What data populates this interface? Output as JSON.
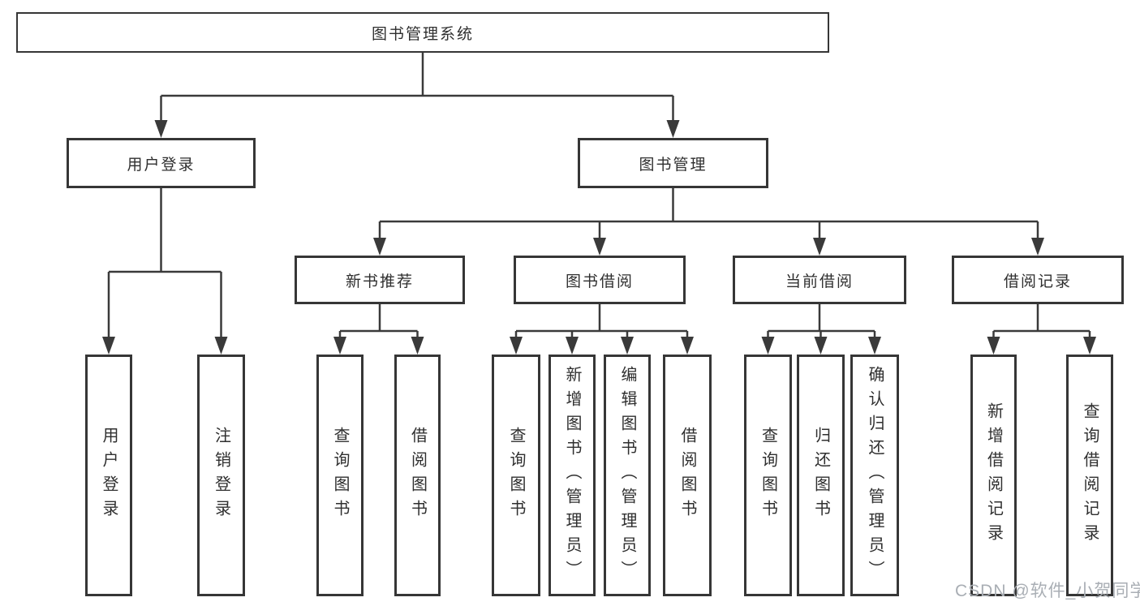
{
  "watermark": "CSDN @软件_小贺同学",
  "colors": {
    "line": "#3a3a3a",
    "node_border": "#363636",
    "node_background": "#ffffff",
    "text": "#2f2f2f",
    "watermark": "#a9aeb4"
  },
  "nodes": {
    "root": "图书管理系统",
    "level2": [
      "用户登录",
      "图书管理"
    ],
    "level3": [
      "新书推荐",
      "图书借阅",
      "当前借阅",
      "借阅记录"
    ],
    "leaves_user_login": [
      "用户登录",
      "注销登录"
    ],
    "leaves_new_books": [
      "查询图书",
      "借阅图书"
    ],
    "leaves_book_borrow": [
      "查询图书",
      "新增图书（管理员）",
      "编辑图书（管理员）",
      "借阅图书"
    ],
    "leaves_current_borrow": [
      "查询图书",
      "归还图书",
      "确认归还（管理员）"
    ],
    "leaves_borrow_records": [
      "新增借阅记录",
      "查询借阅记录"
    ]
  }
}
